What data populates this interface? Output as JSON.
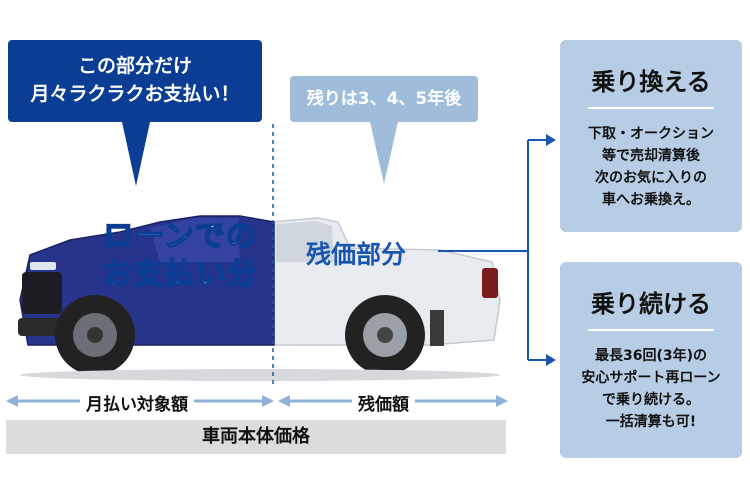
{
  "callouts": {
    "monthly_line1": "この部分だけ",
    "monthly_line2": "月々ラクラクお支払い！",
    "residual_after": "残りは3、4、5年後"
  },
  "car": {
    "loan_line1": "ローンでの",
    "loan_line2": "お支払い分",
    "residual_part": "残価部分"
  },
  "options": [
    {
      "title": "乗り換える",
      "lines": [
        "下取・オークション",
        "等で売却清算後",
        "次のお気に入りの",
        "車へお乗換え。"
      ]
    },
    {
      "title": "乗り続ける",
      "lines": [
        "最長36回(3年)の",
        "安心サポート再ローン",
        "で乗り続ける。",
        "一括清算も可!"
      ]
    }
  ],
  "bottom": {
    "monthly_target": "月払い対象額",
    "residual_value": "残価額",
    "vehicle_price": "車両本体価格"
  },
  "colors": {
    "dark_blue": "#0a3d93",
    "light_blue": "#9fbddb",
    "card_blue": "#b7cde6",
    "arrow_blue": "#1a56b0",
    "dimension_blue": "#8fb3d8"
  }
}
